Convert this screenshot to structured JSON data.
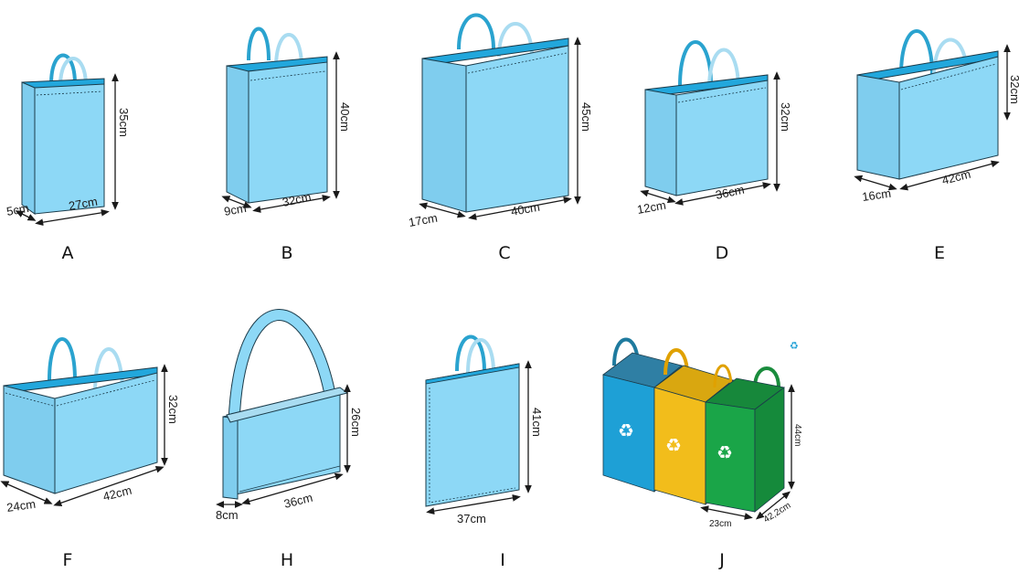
{
  "colors": {
    "bag_front": "#8dd8f6",
    "bag_inner": "#22a7dc",
    "handle_dark": "#2aa3cf",
    "handle_light": "#a9dcf1",
    "outline": "#1b3b4a",
    "bin_blue": "#1ea0d6",
    "bin_yellow": "#f2bd1b",
    "bin_green": "#1aa548"
  },
  "bags": [
    {
      "letter": "A",
      "depth": "5cm",
      "width": "27cm",
      "height": "35cm"
    },
    {
      "letter": "B",
      "depth": "9cm",
      "width": "32cm",
      "height": "40cm"
    },
    {
      "letter": "C",
      "depth": "17cm",
      "width": "40cm",
      "height": "45cm"
    },
    {
      "letter": "D",
      "depth": "12cm",
      "width": "36cm",
      "height": "32cm"
    },
    {
      "letter": "E",
      "depth": "16cm",
      "width": "42cm",
      "height": "32cm"
    },
    {
      "letter": "F",
      "depth": "24cm",
      "width": "42cm",
      "height": "32cm"
    },
    {
      "letter": "H",
      "depth": "8cm",
      "width": "36cm",
      "height": "26cm"
    },
    {
      "letter": "I",
      "width": "37cm",
      "height": "41cm"
    },
    {
      "letter": "J",
      "depth": "23cm",
      "width": "42,2cm",
      "height": "44cm"
    }
  ],
  "icons": [
    "recycle-icon"
  ]
}
